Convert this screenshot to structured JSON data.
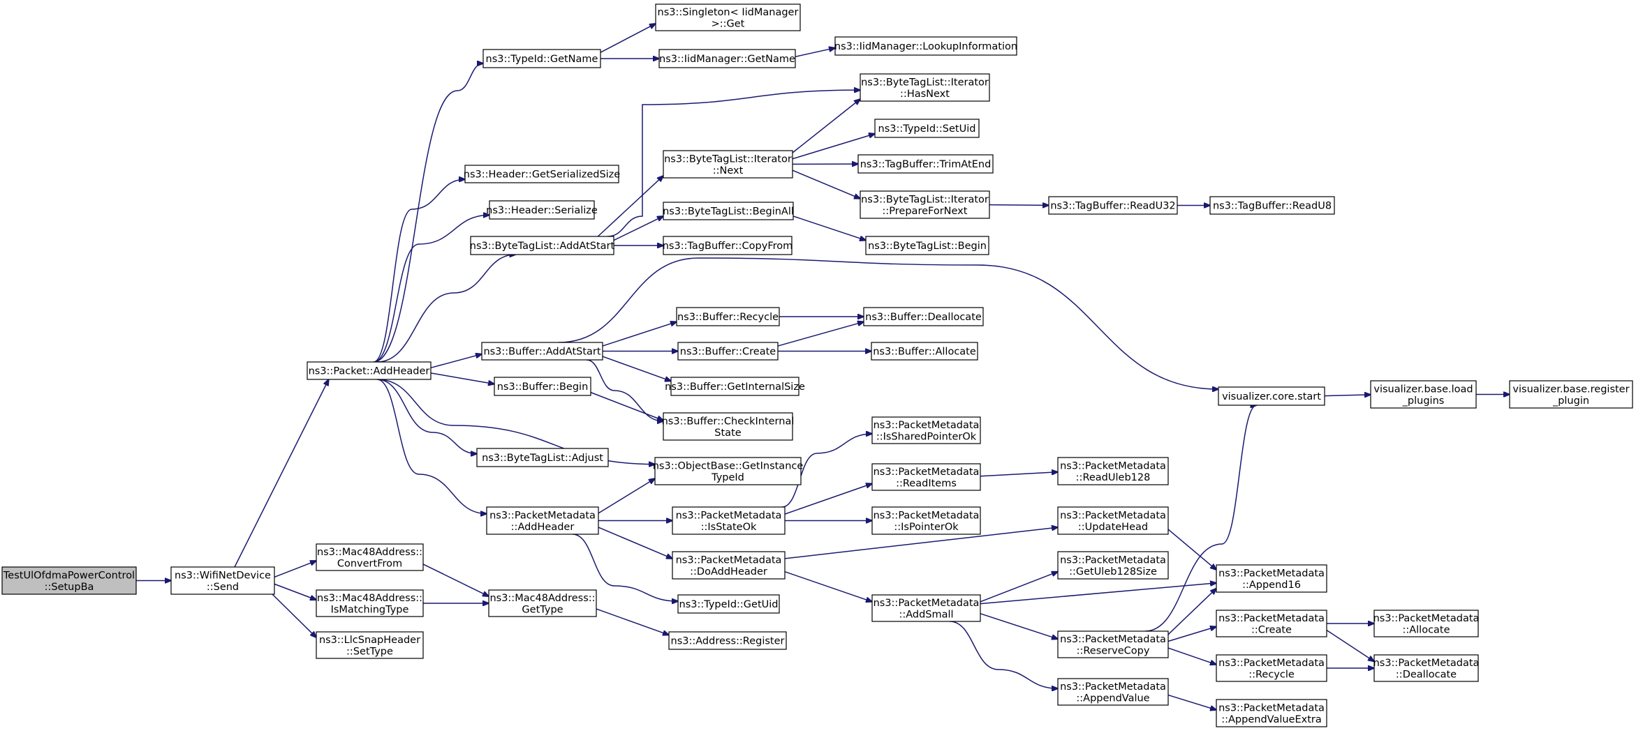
{
  "nodes": [
    {
      "id": "setupba",
      "lines": [
        "TestUlOfdmaPowerControl",
        "::SetupBa"
      ],
      "root": true
    },
    {
      "id": "send",
      "lines": [
        "ns3::WifiNetDevice",
        "::Send"
      ]
    },
    {
      "id": "addheader",
      "lines": [
        "ns3::Packet::AddHeader"
      ]
    },
    {
      "id": "convertfrom",
      "lines": [
        "ns3::Mac48Address::",
        "ConvertFrom"
      ]
    },
    {
      "id": "ismatching",
      "lines": [
        "ns3::Mac48Address::",
        "IsMatchingType"
      ]
    },
    {
      "id": "settype",
      "lines": [
        "ns3::LlcSnapHeader",
        "::SetType"
      ]
    },
    {
      "id": "gettype",
      "lines": [
        "ns3::Mac48Address::",
        "GetType"
      ]
    },
    {
      "id": "register",
      "lines": [
        "ns3::Address::Register"
      ]
    },
    {
      "id": "typeid_getname",
      "lines": [
        "ns3::TypeId::GetName"
      ]
    },
    {
      "id": "singleton_get",
      "lines": [
        "ns3::Singleton< IidManager",
        " >::Get"
      ]
    },
    {
      "id": "iid_getname",
      "lines": [
        "ns3::IidManager::GetName"
      ]
    },
    {
      "id": "lookupinfo",
      "lines": [
        "ns3::IidManager::LookupInformation"
      ]
    },
    {
      "id": "getserializedsize",
      "lines": [
        "ns3::Header::GetSerializedSize"
      ]
    },
    {
      "id": "serialize",
      "lines": [
        "ns3::Header::Serialize"
      ]
    },
    {
      "id": "btl_addatstart",
      "lines": [
        "ns3::ByteTagList::AddAtStart"
      ]
    },
    {
      "id": "it_hasnext",
      "lines": [
        "ns3::ByteTagList::Iterator",
        "::HasNext"
      ]
    },
    {
      "id": "it_next",
      "lines": [
        "ns3::ByteTagList::Iterator",
        "::Next"
      ]
    },
    {
      "id": "setuid",
      "lines": [
        "ns3::TypeId::SetUid"
      ]
    },
    {
      "id": "trimatend",
      "lines": [
        "ns3::TagBuffer::TrimAtEnd"
      ]
    },
    {
      "id": "prepfornext",
      "lines": [
        "ns3::ByteTagList::Iterator",
        "::PrepareForNext"
      ]
    },
    {
      "id": "readu32",
      "lines": [
        "ns3::TagBuffer::ReadU32"
      ]
    },
    {
      "id": "readu8",
      "lines": [
        "ns3::TagBuffer::ReadU8"
      ]
    },
    {
      "id": "beginall",
      "lines": [
        "ns3::ByteTagList::BeginAll"
      ]
    },
    {
      "id": "btl_begin",
      "lines": [
        "ns3::ByteTagList::Begin"
      ]
    },
    {
      "id": "copyfrom",
      "lines": [
        "ns3::TagBuffer::CopyFrom"
      ]
    },
    {
      "id": "buf_addatstart",
      "lines": [
        "ns3::Buffer::AddAtStart"
      ]
    },
    {
      "id": "buf_recycle",
      "lines": [
        "ns3::Buffer::Recycle"
      ]
    },
    {
      "id": "buf_dealloc",
      "lines": [
        "ns3::Buffer::Deallocate"
      ]
    },
    {
      "id": "buf_create",
      "lines": [
        "ns3::Buffer::Create"
      ]
    },
    {
      "id": "buf_alloc",
      "lines": [
        "ns3::Buffer::Allocate"
      ]
    },
    {
      "id": "getinternalsize",
      "lines": [
        "ns3::Buffer::GetInternalSize"
      ]
    },
    {
      "id": "buf_begin",
      "lines": [
        "ns3::Buffer::Begin"
      ]
    },
    {
      "id": "checkinternal",
      "lines": [
        "ns3::Buffer::CheckInternal",
        "State"
      ]
    },
    {
      "id": "btl_adjust",
      "lines": [
        "ns3::ByteTagList::Adjust"
      ]
    },
    {
      "id": "getinstancetid",
      "lines": [
        "ns3::ObjectBase::GetInstance",
        "TypeId"
      ]
    },
    {
      "id": "pm_addheader",
      "lines": [
        "ns3::PacketMetadata",
        "::AddHeader"
      ]
    },
    {
      "id": "isstateok",
      "lines": [
        "ns3::PacketMetadata",
        "::IsStateOk"
      ]
    },
    {
      "id": "issharedptrok",
      "lines": [
        "ns3::PacketMetadata",
        "::IsSharedPointerOk"
      ]
    },
    {
      "id": "readitems",
      "lines": [
        "ns3::PacketMetadata",
        "::ReadItems"
      ]
    },
    {
      "id": "readuleb",
      "lines": [
        "ns3::PacketMetadata",
        "::ReadUleb128"
      ]
    },
    {
      "id": "ispointerok",
      "lines": [
        "ns3::PacketMetadata",
        "::IsPointerOk"
      ]
    },
    {
      "id": "doaddheader",
      "lines": [
        "ns3::PacketMetadata",
        "::DoAddHeader"
      ]
    },
    {
      "id": "updatehead",
      "lines": [
        "ns3::PacketMetadata",
        "::UpdateHead"
      ]
    },
    {
      "id": "typeid_getuid",
      "lines": [
        "ns3::TypeId::GetUid"
      ]
    },
    {
      "id": "addsmall",
      "lines": [
        "ns3::PacketMetadata",
        "::AddSmall"
      ]
    },
    {
      "id": "getuleb128size",
      "lines": [
        "ns3::PacketMetadata",
        "::GetUleb128Size"
      ]
    },
    {
      "id": "append16",
      "lines": [
        "ns3::PacketMetadata",
        "::Append16"
      ]
    },
    {
      "id": "reservecopy",
      "lines": [
        "ns3::PacketMetadata",
        "::ReserveCopy"
      ]
    },
    {
      "id": "appendvalue",
      "lines": [
        "ns3::PacketMetadata",
        "::AppendValue"
      ]
    },
    {
      "id": "appendvalueextra",
      "lines": [
        "ns3::PacketMetadata",
        "::AppendValueExtra"
      ]
    },
    {
      "id": "pm_create",
      "lines": [
        "ns3::PacketMetadata",
        "::Create"
      ]
    },
    {
      "id": "pm_recycle",
      "lines": [
        "ns3::PacketMetadata",
        "::Recycle"
      ]
    },
    {
      "id": "pm_allocate",
      "lines": [
        "ns3::PacketMetadata",
        "::Allocate"
      ]
    },
    {
      "id": "pm_dealloc",
      "lines": [
        "ns3::PacketMetadata",
        "::Deallocate"
      ]
    },
    {
      "id": "viz_start",
      "lines": [
        "visualizer.core.start"
      ]
    },
    {
      "id": "viz_load",
      "lines": [
        "visualizer.base.load",
        "_plugins"
      ]
    },
    {
      "id": "viz_register",
      "lines": [
        "visualizer.base.register",
        "_plugin"
      ]
    }
  ],
  "edges": [
    [
      "setupba",
      "send"
    ],
    [
      "send",
      "addheader"
    ],
    [
      "send",
      "convertfrom"
    ],
    [
      "send",
      "ismatching"
    ],
    [
      "send",
      "settype"
    ],
    [
      "convertfrom",
      "gettype"
    ],
    [
      "ismatching",
      "gettype"
    ],
    [
      "gettype",
      "register"
    ],
    [
      "addheader",
      "typeid_getname"
    ],
    [
      "addheader",
      "getserializedsize"
    ],
    [
      "addheader",
      "serialize"
    ],
    [
      "addheader",
      "btl_addatstart"
    ],
    [
      "addheader",
      "buf_addatstart"
    ],
    [
      "addheader",
      "buf_begin"
    ],
    [
      "addheader",
      "btl_adjust"
    ],
    [
      "addheader",
      "getinstancetid"
    ],
    [
      "addheader",
      "pm_addheader"
    ],
    [
      "typeid_getname",
      "singleton_get"
    ],
    [
      "typeid_getname",
      "iid_getname"
    ],
    [
      "iid_getname",
      "lookupinfo"
    ],
    [
      "btl_addatstart",
      "it_hasnext"
    ],
    [
      "btl_addatstart",
      "it_next"
    ],
    [
      "btl_addatstart",
      "beginall"
    ],
    [
      "btl_addatstart",
      "copyfrom"
    ],
    [
      "it_next",
      "it_hasnext"
    ],
    [
      "it_next",
      "setuid"
    ],
    [
      "it_next",
      "trimatend"
    ],
    [
      "it_next",
      "prepfornext"
    ],
    [
      "prepfornext",
      "readu32"
    ],
    [
      "readu32",
      "readu8"
    ],
    [
      "beginall",
      "btl_begin"
    ],
    [
      "buf_addatstart",
      "viz_start"
    ],
    [
      "buf_addatstart",
      "buf_recycle"
    ],
    [
      "buf_addatstart",
      "buf_create"
    ],
    [
      "buf_addatstart",
      "getinternalsize"
    ],
    [
      "buf_addatstart",
      "checkinternal"
    ],
    [
      "buf_recycle",
      "buf_dealloc"
    ],
    [
      "buf_create",
      "buf_dealloc"
    ],
    [
      "buf_create",
      "buf_alloc"
    ],
    [
      "buf_begin",
      "checkinternal"
    ],
    [
      "pm_addheader",
      "getinstancetid"
    ],
    [
      "pm_addheader",
      "isstateok"
    ],
    [
      "pm_addheader",
      "doaddheader"
    ],
    [
      "pm_addheader",
      "typeid_getuid"
    ],
    [
      "isstateok",
      "issharedptrok"
    ],
    [
      "isstateok",
      "readitems"
    ],
    [
      "isstateok",
      "ispointerok"
    ],
    [
      "readitems",
      "readuleb"
    ],
    [
      "doaddheader",
      "updatehead"
    ],
    [
      "doaddheader",
      "addsmall"
    ],
    [
      "updatehead",
      "append16"
    ],
    [
      "addsmall",
      "getuleb128size"
    ],
    [
      "addsmall",
      "append16"
    ],
    [
      "addsmall",
      "reservecopy"
    ],
    [
      "addsmall",
      "appendvalue"
    ],
    [
      "reservecopy",
      "viz_start"
    ],
    [
      "reservecopy",
      "append16"
    ],
    [
      "reservecopy",
      "pm_create"
    ],
    [
      "reservecopy",
      "pm_recycle"
    ],
    [
      "appendvalue",
      "appendvalueextra"
    ],
    [
      "pm_create",
      "pm_allocate"
    ],
    [
      "pm_create",
      "pm_dealloc"
    ],
    [
      "pm_recycle",
      "pm_dealloc"
    ],
    [
      "viz_start",
      "viz_load"
    ],
    [
      "viz_load",
      "viz_register"
    ]
  ]
}
